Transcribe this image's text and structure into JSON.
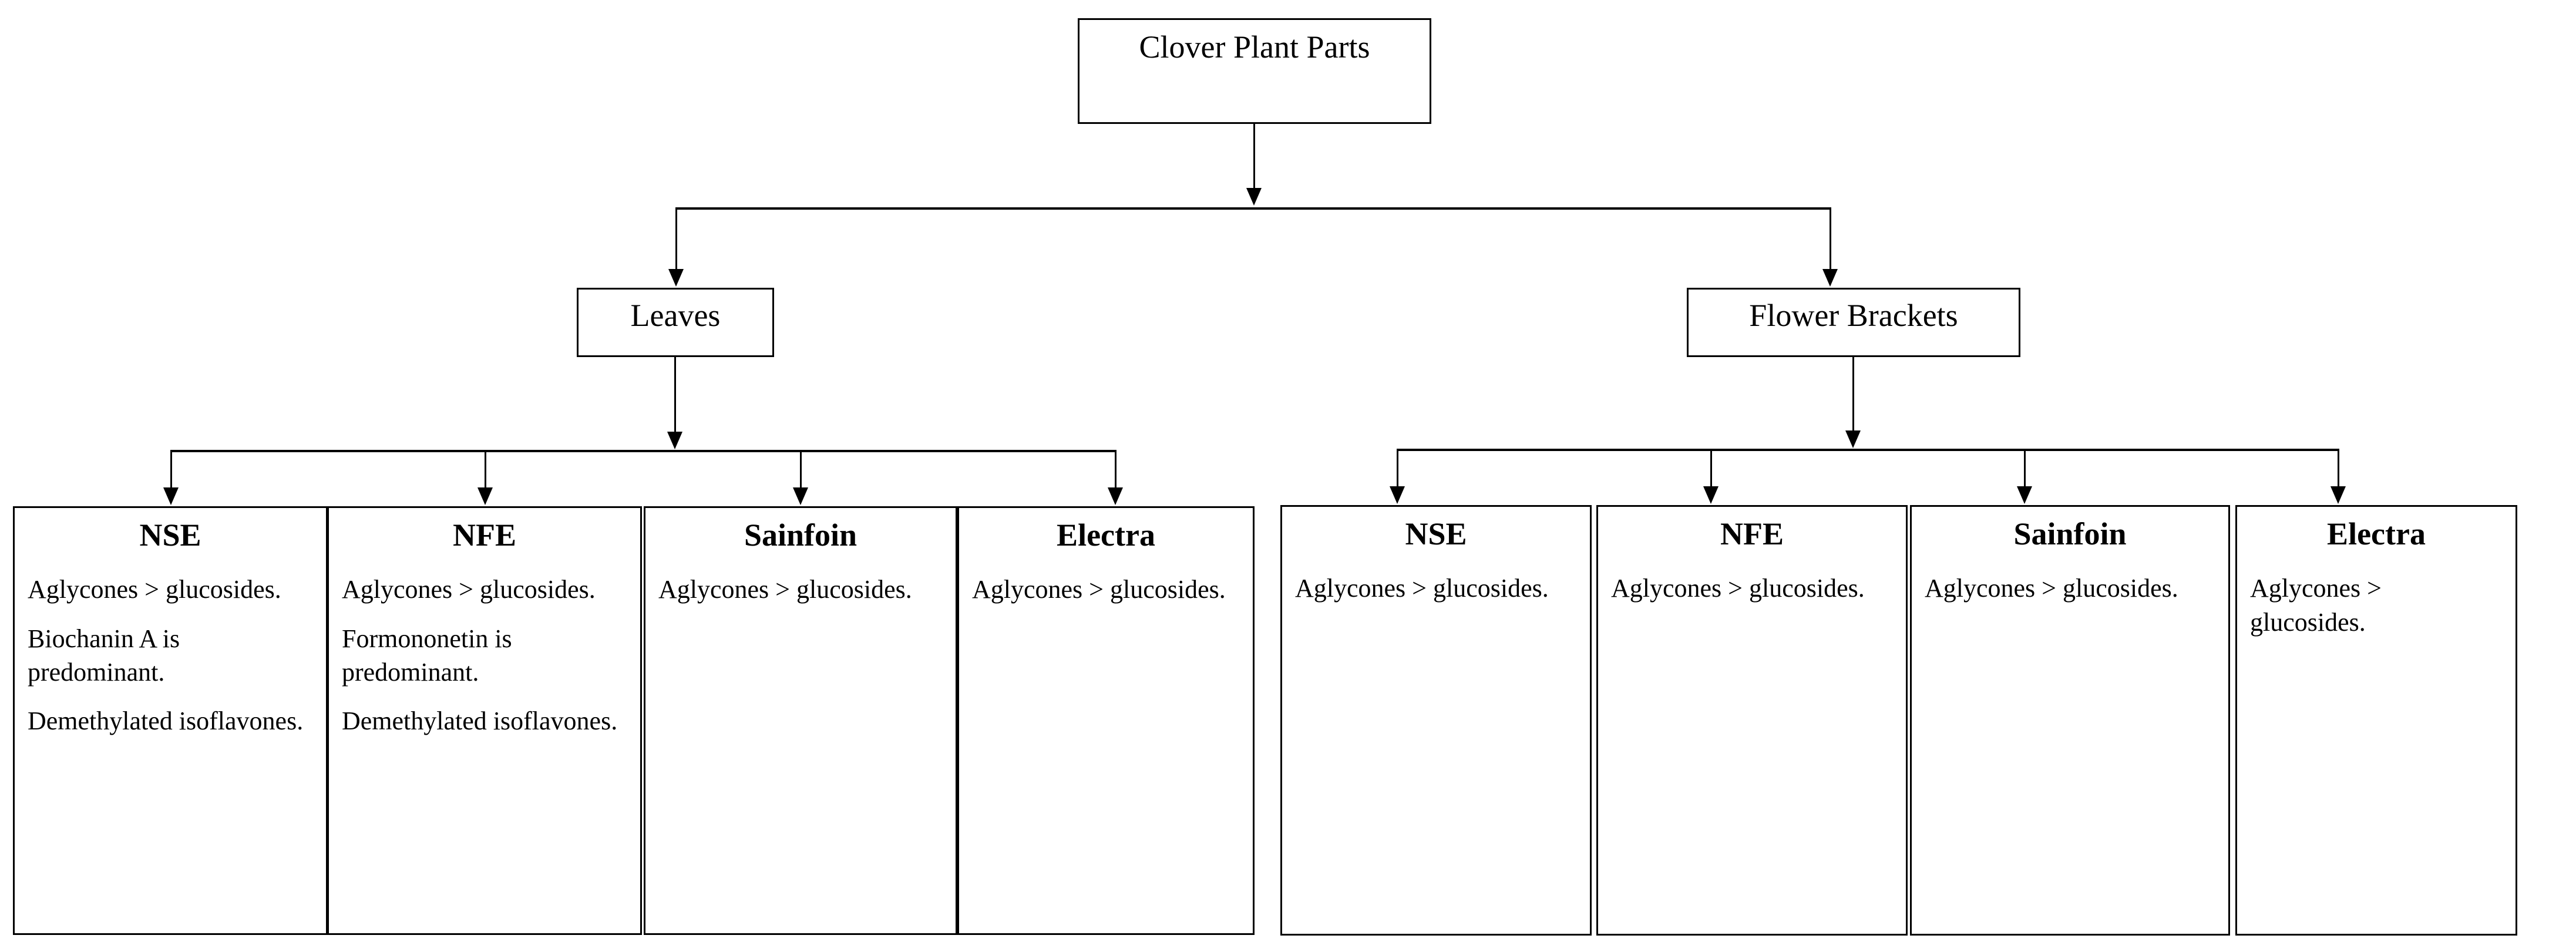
{
  "diagram": {
    "type": "flowchart",
    "orientation": "top-down",
    "root": {
      "id": "clover-plant-parts",
      "label": "Clover Plant Parts"
    },
    "branches": [
      {
        "id": "leaves",
        "label": "Leaves"
      },
      {
        "id": "flower-brackets",
        "label": "Flower Brackets"
      }
    ],
    "leaves_group": [
      {
        "id": "leaves-nse",
        "title": "NSE",
        "paragraphs": [
          "Aglycones > glucosides.",
          "Biochanin A is predominant.",
          "Demethylated isoflavones."
        ]
      },
      {
        "id": "leaves-nfe",
        "title": "NFE",
        "paragraphs": [
          "Aglycones > glucosides.",
          "Formononetin is predominant.",
          "Demethylated isoflavones."
        ]
      },
      {
        "id": "leaves-sainfoin",
        "title": "Sainfoin",
        "paragraphs": [
          "Aglycones > glucosides."
        ]
      },
      {
        "id": "leaves-electra",
        "title": "Electra",
        "paragraphs": [
          "Aglycones > glucosides."
        ]
      }
    ],
    "flower_brackets_group": [
      {
        "id": "fb-nse",
        "title": "NSE",
        "paragraphs": [
          "Aglycones > glucosides."
        ]
      },
      {
        "id": "fb-nfe",
        "title": "NFE",
        "paragraphs": [
          "Aglycones > glucosides."
        ]
      },
      {
        "id": "fb-sainfoin",
        "title": "Sainfoin",
        "paragraphs": [
          "Aglycones > glucosides."
        ]
      },
      {
        "id": "fb-electra",
        "title": "Electra",
        "paragraphs": [
          "Aglycones > glucosides."
        ]
      }
    ],
    "colors": {
      "background": "#ffffff",
      "stroke": "#000000",
      "text": "#000000"
    }
  }
}
